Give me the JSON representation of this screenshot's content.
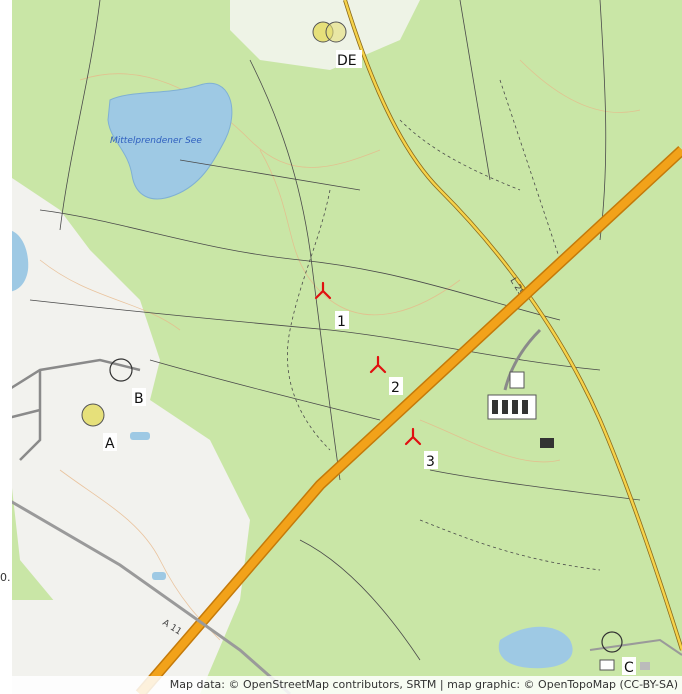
{
  "map": {
    "colors": {
      "forest": "#c9e6a6",
      "open": "#f2f2ee",
      "water": "#9ec9e4",
      "main_road": "#f2a21a",
      "secondary_road": "#f6d24a",
      "marker_red": "#e01010",
      "marker_yellow": "#e6e07a"
    },
    "lake_label": "Mittelprendener See",
    "road_labels": {
      "l294": "L 294",
      "a11": "A 11"
    },
    "turbines": [
      {
        "label": "1"
      },
      {
        "label": "2"
      },
      {
        "label": "3"
      }
    ],
    "circle_markers": [
      {
        "label": "A"
      },
      {
        "label": "B"
      },
      {
        "label": "C"
      },
      {
        "label": "DE"
      }
    ],
    "side_fragment": "0.",
    "attribution": "Map data: © OpenStreetMap contributors, SRTM | map graphic: © OpenTopoMap (CC-BY-SA)"
  }
}
